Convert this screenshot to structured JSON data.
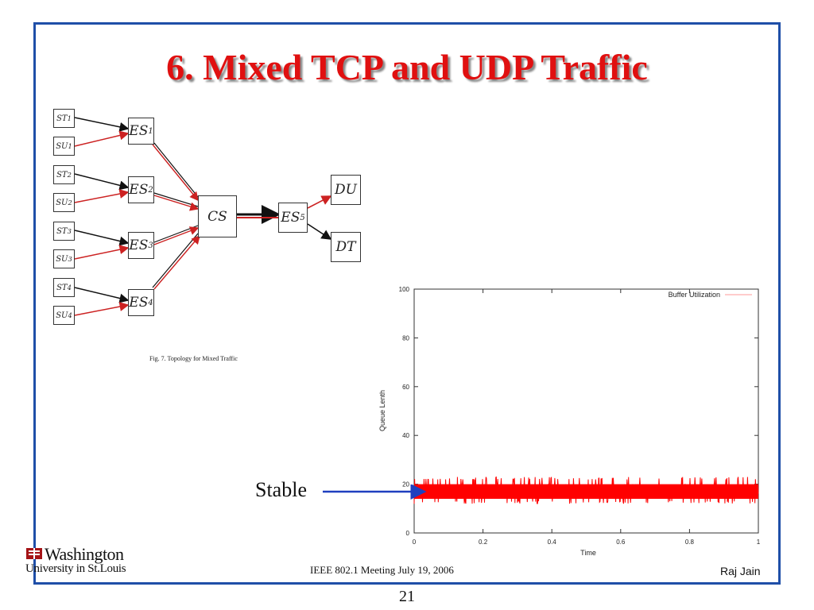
{
  "slide": {
    "title": "6. Mixed TCP and UDP Traffic",
    "page_number": "21"
  },
  "topology": {
    "caption": "Fig. 7.   Topology for Mixed Traffic",
    "sources": [
      "ST",
      "SU",
      "ST",
      "SU",
      "ST",
      "SU",
      "ST",
      "SU"
    ],
    "source_subs": [
      "1",
      "1",
      "2",
      "2",
      "3",
      "3",
      "4",
      "4"
    ],
    "edge_switches": [
      "ES",
      "ES",
      "ES",
      "ES"
    ],
    "edge_subs": [
      "1",
      "2",
      "3",
      "4"
    ],
    "core": "CS",
    "es5": "ES",
    "es5_sub": "5",
    "du": "DU",
    "dt": "DT",
    "colors": {
      "tcp": "#111111",
      "udp": "#cc2222"
    }
  },
  "annotation": {
    "label": "Stable",
    "arrow_color": "#1f3fbf"
  },
  "chart_data": {
    "type": "line",
    "title": "",
    "xlabel": "Time",
    "ylabel": "Queue Lenth",
    "xlim": [
      0,
      1
    ],
    "ylim": [
      0,
      100
    ],
    "x_ticks": [
      "0",
      "0.2",
      "0.4",
      "0.6",
      "0.8",
      "1"
    ],
    "y_ticks": [
      "0",
      "20",
      "40",
      "60",
      "80",
      "100"
    ],
    "legend_position": "top-right",
    "series": [
      {
        "name": "Buffer Utilization",
        "color": "#ff0000",
        "mean": 17,
        "min": 12,
        "max": 23
      }
    ]
  },
  "footer": {
    "logo_line1": "Washington",
    "logo_line2": "University in St.Louis",
    "meeting": "IEEE 802.1 Meeting  July 19, 2006",
    "author": "Raj Jain"
  }
}
